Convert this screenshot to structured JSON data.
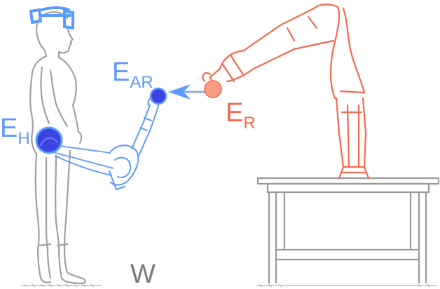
{
  "labels": {
    "human_effector": {
      "main": "E",
      "sub": "H"
    },
    "ar_effector": {
      "main": "E",
      "sub": "AR"
    },
    "robot_effector": {
      "main": "E",
      "sub": "R"
    },
    "world": {
      "main": "W"
    }
  },
  "colors": {
    "human": "#a0a0a0",
    "ar_arm": "#5b9bff",
    "robot": "#f26a4f",
    "table": "#9a9a9a",
    "human_marker_fill": "#3b44e0",
    "ar_marker_fill": "#3b44e0",
    "robot_marker_fill": "#f79b82",
    "headset": "#5b9bff",
    "world_label": "#7a7a7a"
  }
}
